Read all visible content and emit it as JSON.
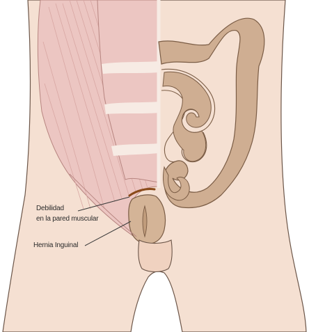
{
  "labels": {
    "weakness_line1": "Debilidad",
    "weakness_line2": "en la pared muscular",
    "hernia": "Hernia Inguinal"
  },
  "colors": {
    "skin": "#f5e0d2",
    "skin_outline": "#6b5548",
    "muscle": "#ecc6c2",
    "muscle_dark": "#d8a7a3",
    "colon": "#cfae92",
    "colon_outline": "#7a5c45",
    "hernia_sac": "#d4b497",
    "weak_ring": "#8a4a1a",
    "tendon": "#f7ebe4"
  }
}
